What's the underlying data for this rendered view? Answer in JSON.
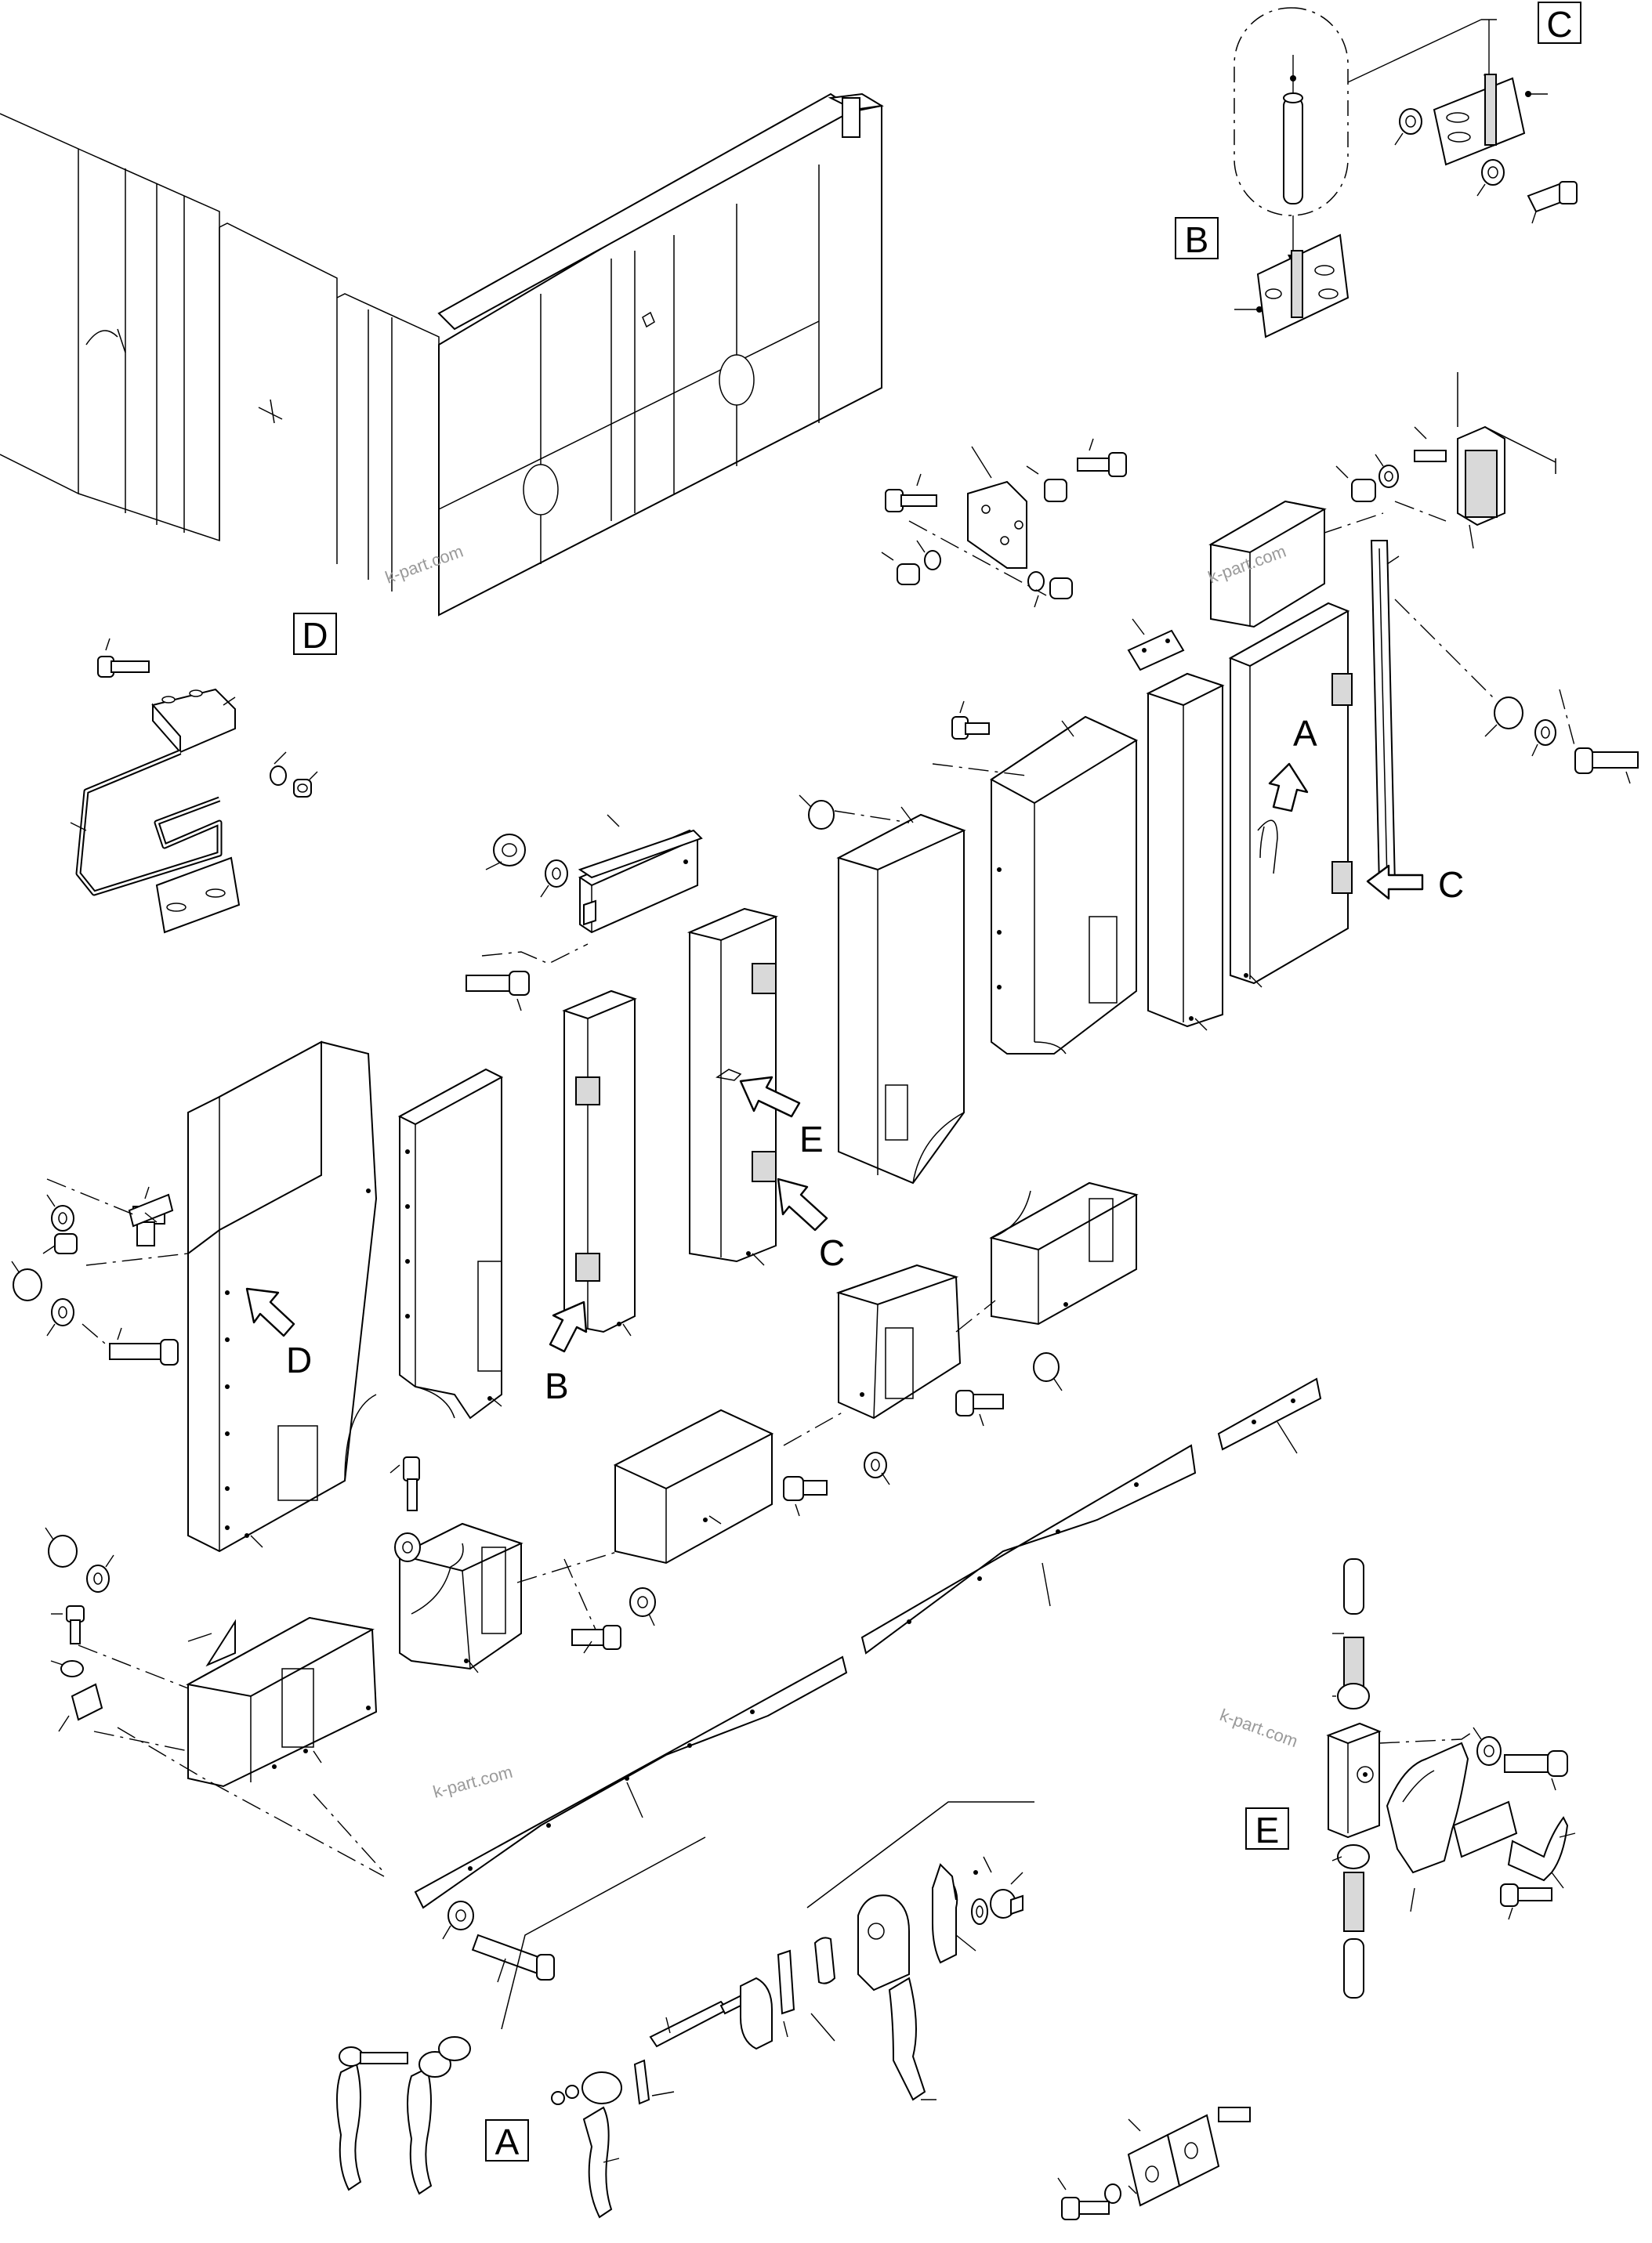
{
  "diagram": {
    "detail_labels": [
      "A",
      "B",
      "C",
      "D",
      "E"
    ],
    "callouts": [
      "A",
      "B",
      "C",
      "C",
      "D",
      "E"
    ],
    "watermark": "k-part.com"
  }
}
